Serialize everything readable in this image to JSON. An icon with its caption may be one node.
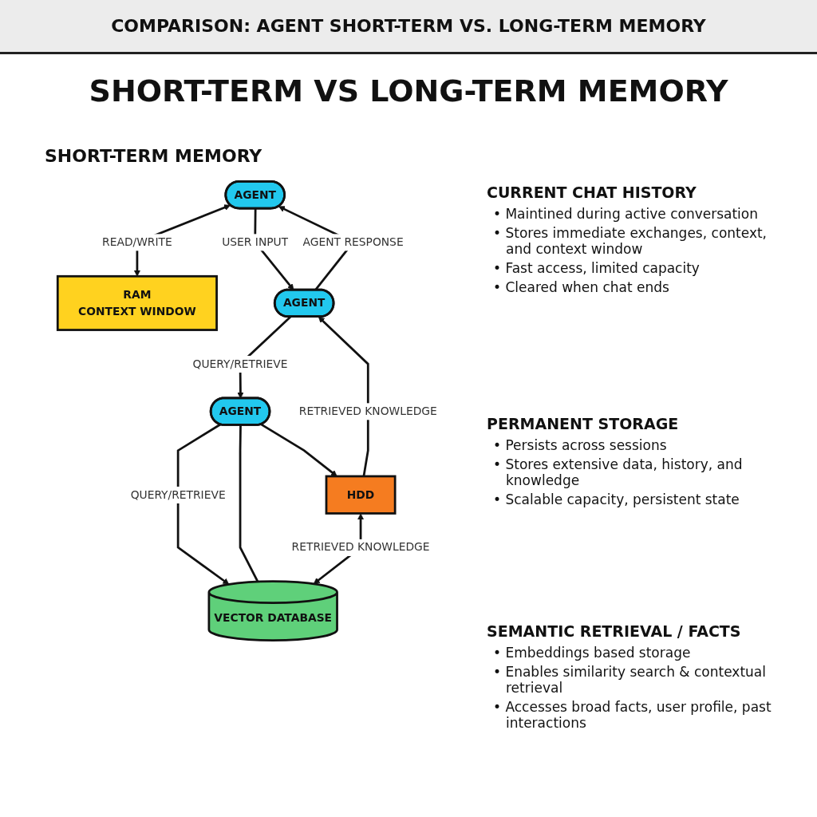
{
  "diagram": {
    "title": "SHORT-TERM VS LONG-TERM MEMORY",
    "nodes": [
      {
        "text": [
          "AGENT"
        ]
      },
      {
        "text": [
          "RAM",
          "CONTEXT WINDOW"
        ]
      },
      {
        "text": [
          "AGENT"
        ]
      },
      {
        "text": [
          "AGENT"
        ]
      },
      {
        "text": [
          "HDD"
        ]
      },
      {
        "text": [
          "VECTOR DATABASE"
        ]
      }
    ],
    "edges": [
      {
        "from": 0,
        "to": 1,
        "arrow": "both",
        "label": "READ/WRITE"
      },
      {
        "from": 0,
        "to": 2,
        "arrow": "to",
        "label": "USER INPUT"
      },
      {
        "from": 2,
        "to": 0,
        "arrow": "to",
        "label": "AGENT RESPONSE"
      },
      {
        "from": 2,
        "to": 3,
        "arrow": "to",
        "label": "QUERY/RETRIEVE"
      },
      {
        "from": 3,
        "to": 4,
        "arrow": "to"
      },
      {
        "from": 3,
        "to": 5,
        "arrow": "to",
        "label": "QUERY/RETRIEVE"
      },
      {
        "from": 3,
        "to": 5,
        "arrow": "none"
      },
      {
        "from": 4,
        "to": 5,
        "arrow": "both",
        "label": "RETRIEVED KNOWLEDGE"
      },
      {
        "from": 4,
        "to": 2,
        "arrow": "to",
        "label": "RETRIEVED KNOWLEDGE"
      }
    ],
    "labels": [
      "COMPARISON: AGENT SHORT-TERM VS. LONG-TERM MEMORY",
      "SHORT-TERM MEMORY",
      "CURRENT CHAT HISTORY",
      "• Maintined during active conversation",
      "• Stores immediate exchanges, context, and context window",
      "• Fast access, limited capacity",
      "• Cleared when chat ends",
      "PERMANENT STORAGE",
      "• Persists across sessions",
      "• Stores extensive data, history, and knowledge",
      "• Scalable capacity, persistent state",
      "SEMANTIC RETRIEVAL / FACTS",
      "• Embeddings based storage",
      "• Enables similarity search & contextual retrieval",
      "• Accesses broad facts, user profile, past interactions"
    ]
  }
}
